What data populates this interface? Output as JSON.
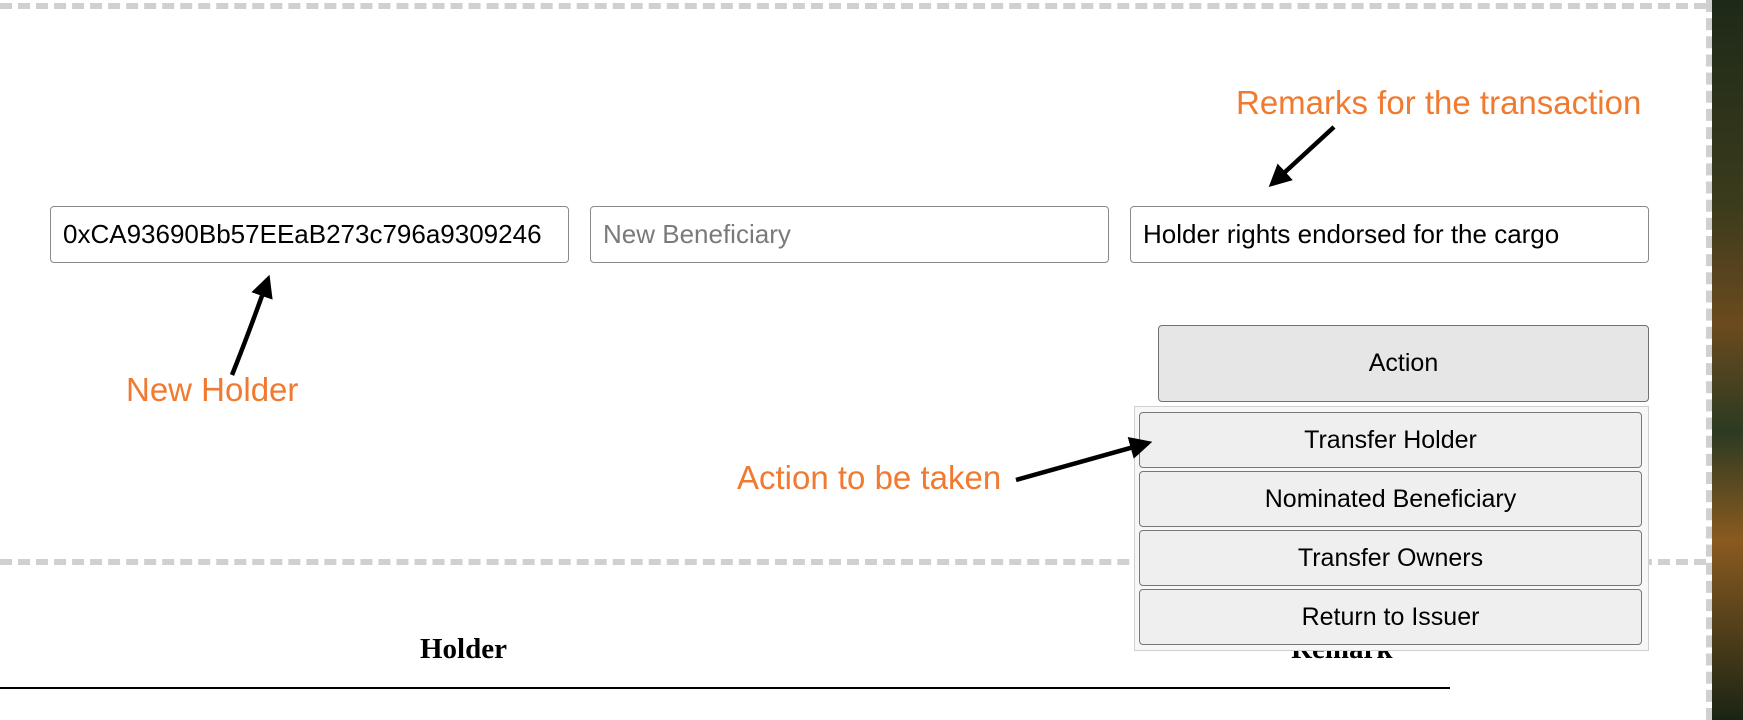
{
  "form": {
    "new_holder_value": "0xCA93690Bb57EEaB273c796a9309246",
    "new_beneficiary_placeholder": "New Beneficiary",
    "remarks_value": "Holder rights endorsed for the cargo"
  },
  "annotations": {
    "remarks": "Remarks for the transaction",
    "new_holder": "New Holder",
    "action": "Action to be taken"
  },
  "action_button": {
    "label": "Action"
  },
  "action_menu": {
    "items": [
      "Transfer Holder",
      "Nominated Beneficiary",
      "Transfer Owners",
      "Return to Issuer"
    ]
  },
  "table": {
    "headers": [
      "Holder",
      "Remark"
    ]
  },
  "colors": {
    "annotation": "#f07a30",
    "border": "#8a8a8a",
    "button_bg": "#e6e6e6"
  }
}
